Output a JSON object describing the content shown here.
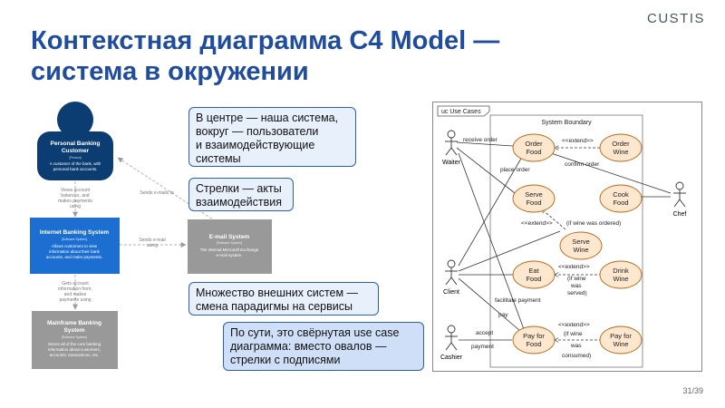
{
  "logo": "CUSTIS",
  "title": {
    "line1": "Контекстная диаграмма C4 Model —",
    "line2": "система в окружении"
  },
  "c4": {
    "person": {
      "name_line1": "Personal Banking",
      "name_line2": "Customer",
      "type": "[Person]",
      "desc_line1": "A customer of the bank, with",
      "desc_line2": "personal bank accounts."
    },
    "ibs": {
      "name": "Internet Banking System",
      "type": "[Software System]",
      "desc_line1": "Allows customers to view",
      "desc_line2": "information about their bank",
      "desc_line3": "accounts, and make payments."
    },
    "email": {
      "name": "E-mail System",
      "type": "[Software System]",
      "desc_line1": "The internal Microsoft Exchange",
      "desc_line2": "e-mail system."
    },
    "mainframe": {
      "name_line1": "Mainframe Banking",
      "name_line2": "System",
      "type": "[Software System]",
      "desc_line1": "Stores all of the core banking",
      "desc_line2": "information about customers,",
      "desc_line3": "accounts, transactions, etc."
    },
    "edges": {
      "views_line1": "Views account",
      "views_line2": "balances, and",
      "views_line3": "makes payments",
      "views_line4": "using",
      "sends_to_line1": "Sends e-mails to",
      "sends_using_line1": "Sends e-mail",
      "sends_using_line2": "using",
      "gets_line1": "Gets account",
      "gets_line2": "information from,",
      "gets_line3": "and makes",
      "gets_line4": "payments using"
    }
  },
  "notes": {
    "n1": [
      "В центре — наша система,",
      "вокруг — пользователи",
      "и взаимодействующие",
      "системы"
    ],
    "n2": [
      "Стрелки — акты",
      "взаимодействия"
    ],
    "n3": [
      "Множество внешних систем —",
      "смена парадигмы на сервисы"
    ],
    "n4": [
      "По сути, это свёрнутая use case",
      "диаграмма: вместо овалов —",
      "стрелки с подписями"
    ]
  },
  "uml": {
    "frame_label": "uc Use Cases",
    "boundary_label": "System Boundary",
    "actors": {
      "waiter": "Waiter",
      "chef": "Chef",
      "client": "Client",
      "cashier": "Cashier"
    },
    "usecases": {
      "order_food": [
        "Order",
        "Food"
      ],
      "order_wine": [
        "Order",
        "Wine"
      ],
      "serve_food": [
        "Serve",
        "Food"
      ],
      "cook_food": [
        "Cook",
        "Food"
      ],
      "serve_wine": [
        "Serve",
        "Wine"
      ],
      "eat_food": [
        "Eat",
        "Food"
      ],
      "drink_wine": [
        "Drink",
        "Wine"
      ],
      "pay_for_food": [
        "Pay for",
        "Food"
      ],
      "pay_for_wine": [
        "Pay for",
        "Wine"
      ]
    },
    "labels": {
      "receive_order": "receive order",
      "extend": "<<extend>>",
      "confirm_order": "confirm order",
      "place_order": "place order",
      "if_wine_ordered": "(if wine was ordered)",
      "if_wine_served": [
        "(if wine",
        "was",
        "served)"
      ],
      "facilitate_payment": "facilitate payment",
      "pay": "pay",
      "accept_payment": [
        "accept",
        "payment"
      ],
      "if_wine_consumed": [
        "(if wine",
        "was",
        "consumed)"
      ]
    }
  },
  "page": "31/39",
  "colors": {
    "title": "#1f4c9c",
    "person": "#0b3d73",
    "system": "#1c6fd1",
    "external": "#999999",
    "note_bg": "#e8f0fb",
    "note_border": "#2e5faa",
    "usecase_fill": "#fde7cf",
    "usecase_stroke": "#b36b1d"
  }
}
